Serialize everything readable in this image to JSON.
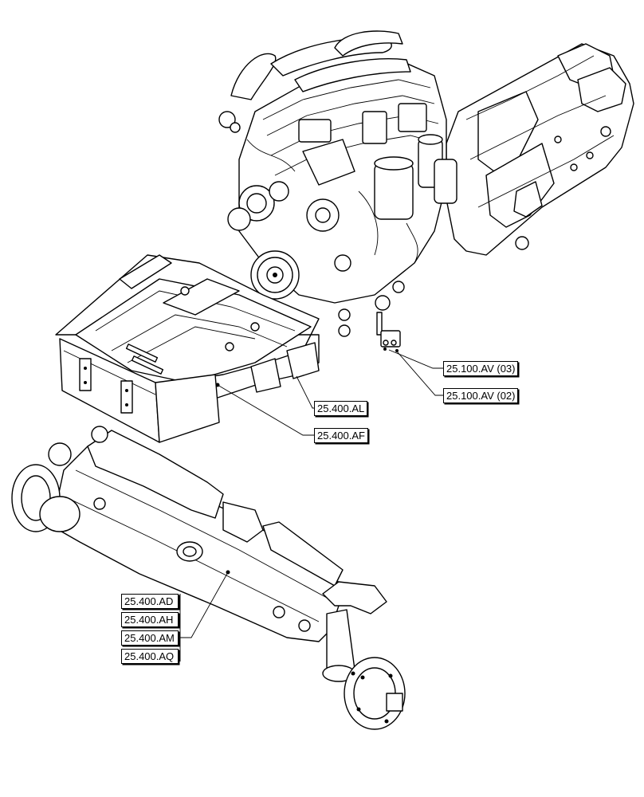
{
  "callouts": {
    "av03": "25.100.AV (03)",
    "av02": "25.100.AV (02)",
    "al": "25.400.AL",
    "af": "25.400.AF",
    "axle_stack": [
      "25.400.AD",
      "25.400.AH",
      "25.400.AM",
      "25.400.AQ"
    ]
  },
  "icons": {
    "engine": "engine-assembly-icon",
    "frame": "front-support-frame-icon",
    "axle": "front-axle-icon"
  }
}
